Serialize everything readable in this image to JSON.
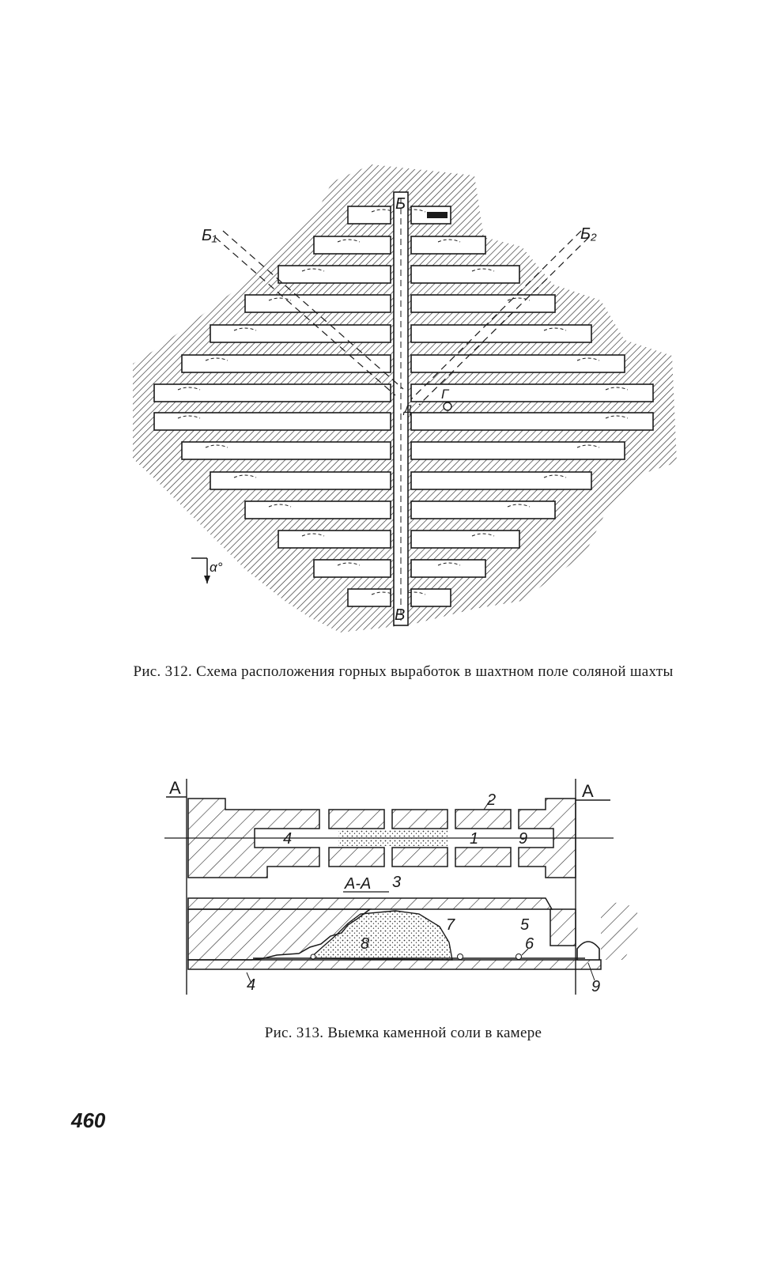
{
  "figure312": {
    "labels": {
      "top_shaft": "Б",
      "bottom_shaft": "В",
      "left_line": "Б₁",
      "right_line": "Б₂",
      "gamma": "Г",
      "d": "Д",
      "dip": "α°"
    },
    "caption": "Рис. 312. Схема расположения горных выработок в шахтном поле соляной шахты"
  },
  "figure313": {
    "labels": {
      "section_left": "А",
      "section_right": "А",
      "section_name": "А-А",
      "n1": "1",
      "n2": "2",
      "n3": "3",
      "n4_plan": "4",
      "n4_section": "4",
      "n5": "5",
      "n6": "6",
      "n7": "7",
      "n8": "8",
      "n9_plan": "9",
      "n9_section": "9"
    },
    "caption": "Рис. 313. Выемка каменной соли в камере"
  },
  "page_number": "460"
}
